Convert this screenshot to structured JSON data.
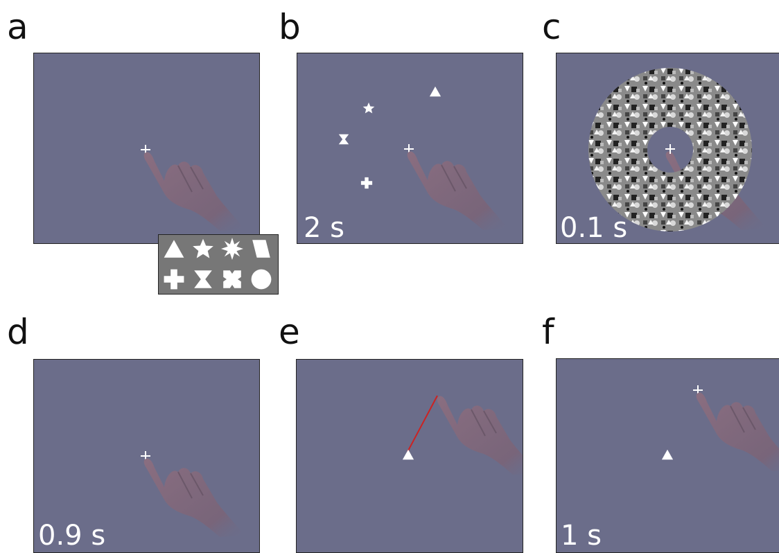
{
  "panels": {
    "a": {
      "label": "a"
    },
    "b": {
      "label": "b",
      "time": "2 s"
    },
    "c": {
      "label": "c",
      "time": "0.1 s"
    },
    "d": {
      "label": "d",
      "time": "0.9 s"
    },
    "e": {
      "label": "e"
    },
    "f": {
      "label": "f",
      "time": "1 s"
    }
  },
  "legend_shapes": [
    "triangle-icon",
    "star-icon",
    "burst-icon",
    "parallelogram-icon",
    "cross-icon",
    "hourglass-icon",
    "quatrefoil-icon",
    "circle-icon"
  ],
  "colors": {
    "screen": "#6b6d8a",
    "stimulus": "#ffffff",
    "legend_bg": "#777777",
    "trajectory": "#cc2222"
  }
}
